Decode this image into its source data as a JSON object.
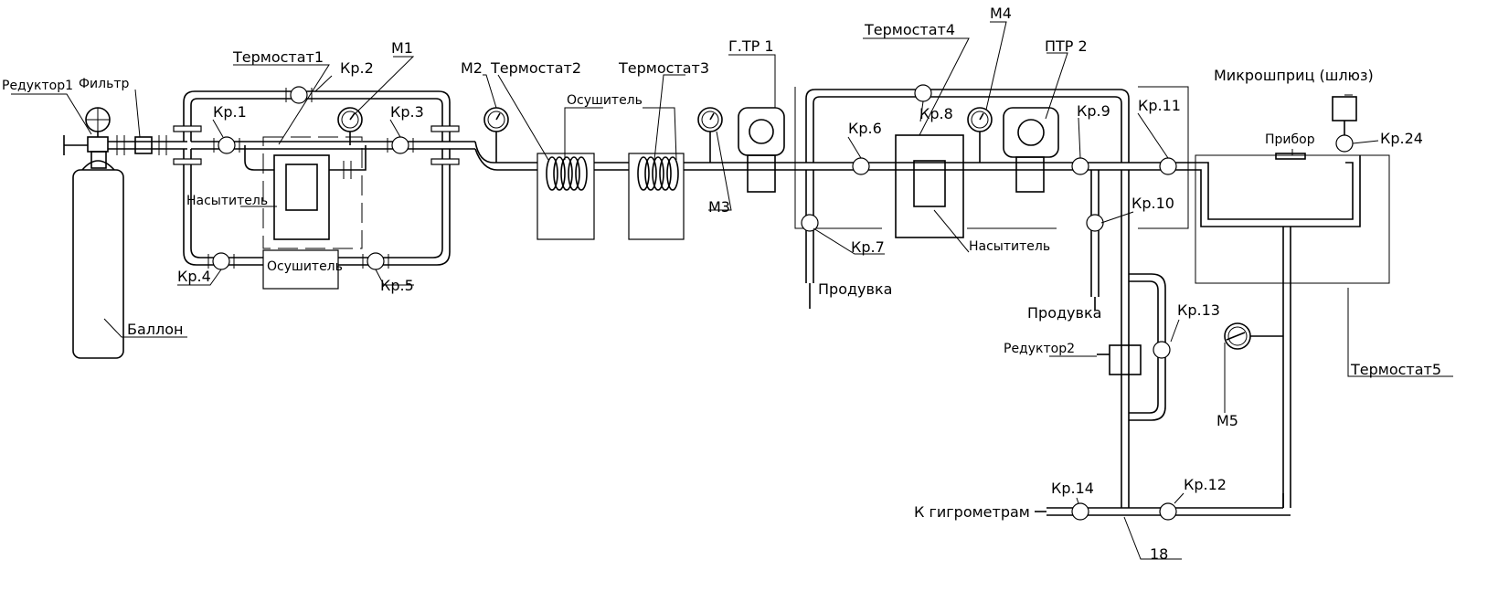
{
  "labels": {
    "reduktor1": "Редуктор1",
    "filtr": "Фильтр",
    "ballon": "Баллон",
    "termostat1": "Термостат1",
    "kr1": "Кр.1",
    "kr2": "Кр.2",
    "kr3": "Кр.3",
    "kr4": "Кр.4",
    "kr5": "Кр.5",
    "m1": "М1",
    "nasytitel1": "Насытитель",
    "osushitel_box": "Осушитель",
    "m2": "М2",
    "termostat2": "Термостат2",
    "termostat3": "Термостат3",
    "osushitel_coil": "Осушитель",
    "m3": "М3",
    "gtr1": "Г.ТР  1",
    "termostat4": "Термостат4",
    "m4": "М4",
    "ptr2": "ПТР  2",
    "kr6": "Кр.6",
    "kr7": "Кр.7",
    "kr8": "Кр.8",
    "kr9": "Кр.9",
    "kr10": "Кр.10",
    "kr11": "Кр.11",
    "kr12": "Кр.12",
    "kr13": "Кр.13",
    "kr14": "Кр.14",
    "kr24": "Кр.24",
    "produvka1": "Продувка",
    "produvka2": "Продувка",
    "nasytitel2": "Насытитель",
    "mikroshpric": "Микрошприц  (шлюз)",
    "pribor": "Прибор",
    "reduktor2": "Редуктор2",
    "m5": "М5",
    "termostat5": "Термостат5",
    "k_gigrometram": "К  гигрометрам",
    "num18": "18"
  }
}
